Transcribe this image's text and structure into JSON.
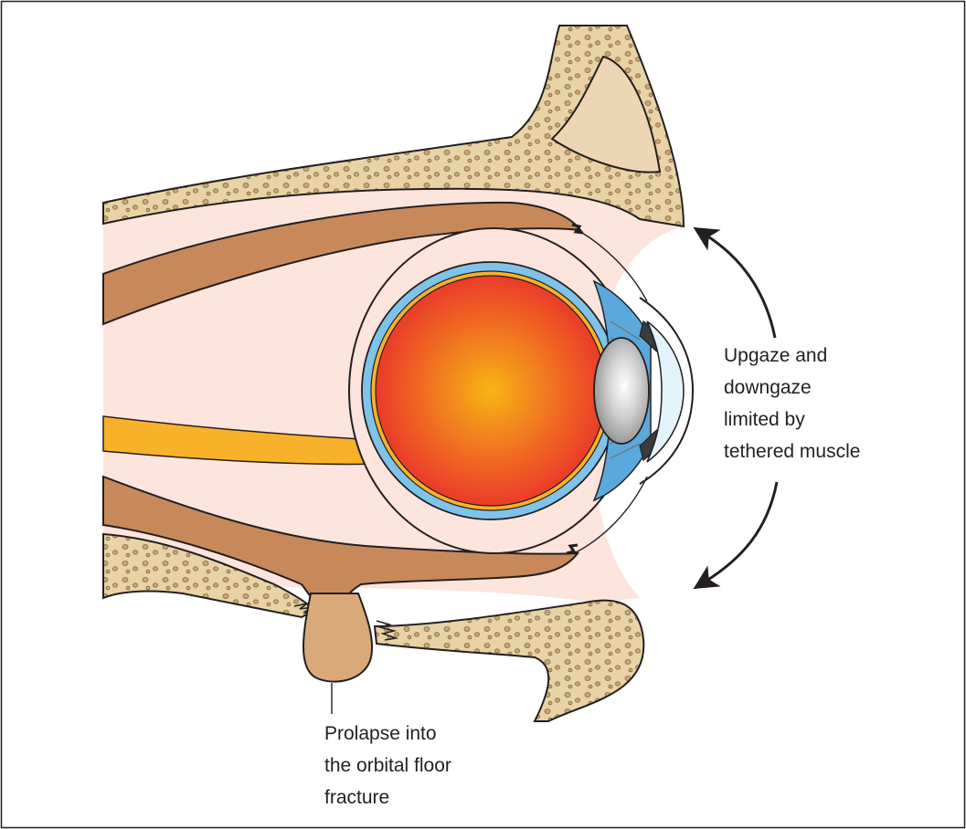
{
  "figure": {
    "labels": {
      "gaze_limitation": [
        "Upgaze and",
        "downgaze",
        "limited by",
        "tethered muscle"
      ],
      "prolapse": [
        "Prolapse into",
        "the orbital floor",
        "fracture"
      ]
    },
    "colors": {
      "bone": "#e8d3a6",
      "bone_pores": "#c8a676",
      "orbital_fat": "#fde4dc",
      "muscle": "#c8895a",
      "optic_nerve": "#f8b12b",
      "sclera_blue": "#7fc3ea",
      "retina_red": "#e8302b",
      "retina_center": "#f7b515",
      "lens": "#bdbdbd",
      "outline": "#231f20"
    }
  }
}
